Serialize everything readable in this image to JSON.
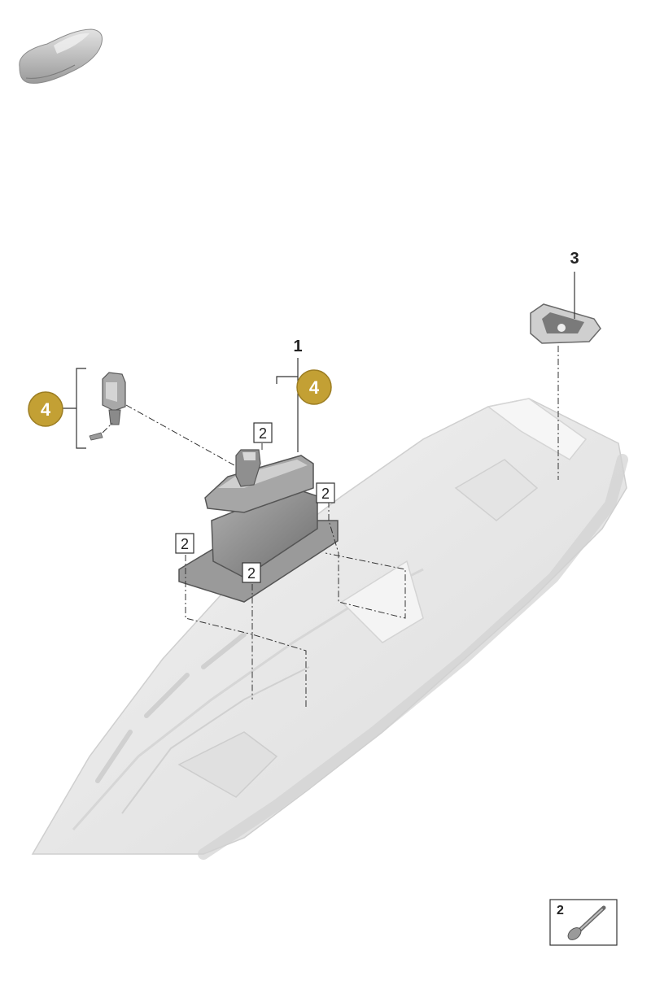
{
  "callouts": {
    "part_1": "1",
    "part_3": "3",
    "screw_a": "2",
    "screw_b": "2",
    "screw_c": "2",
    "screw_d": "2",
    "group_main": "4",
    "group_left": "4",
    "legend_screw": "2"
  },
  "colors": {
    "highlight": "#c3a034",
    "highlight_stroke": "#9c7d22",
    "line": "#333333",
    "part_dark": "#8a8a8a",
    "part_light": "#e6e6e6",
    "console": "#ebebeb"
  }
}
